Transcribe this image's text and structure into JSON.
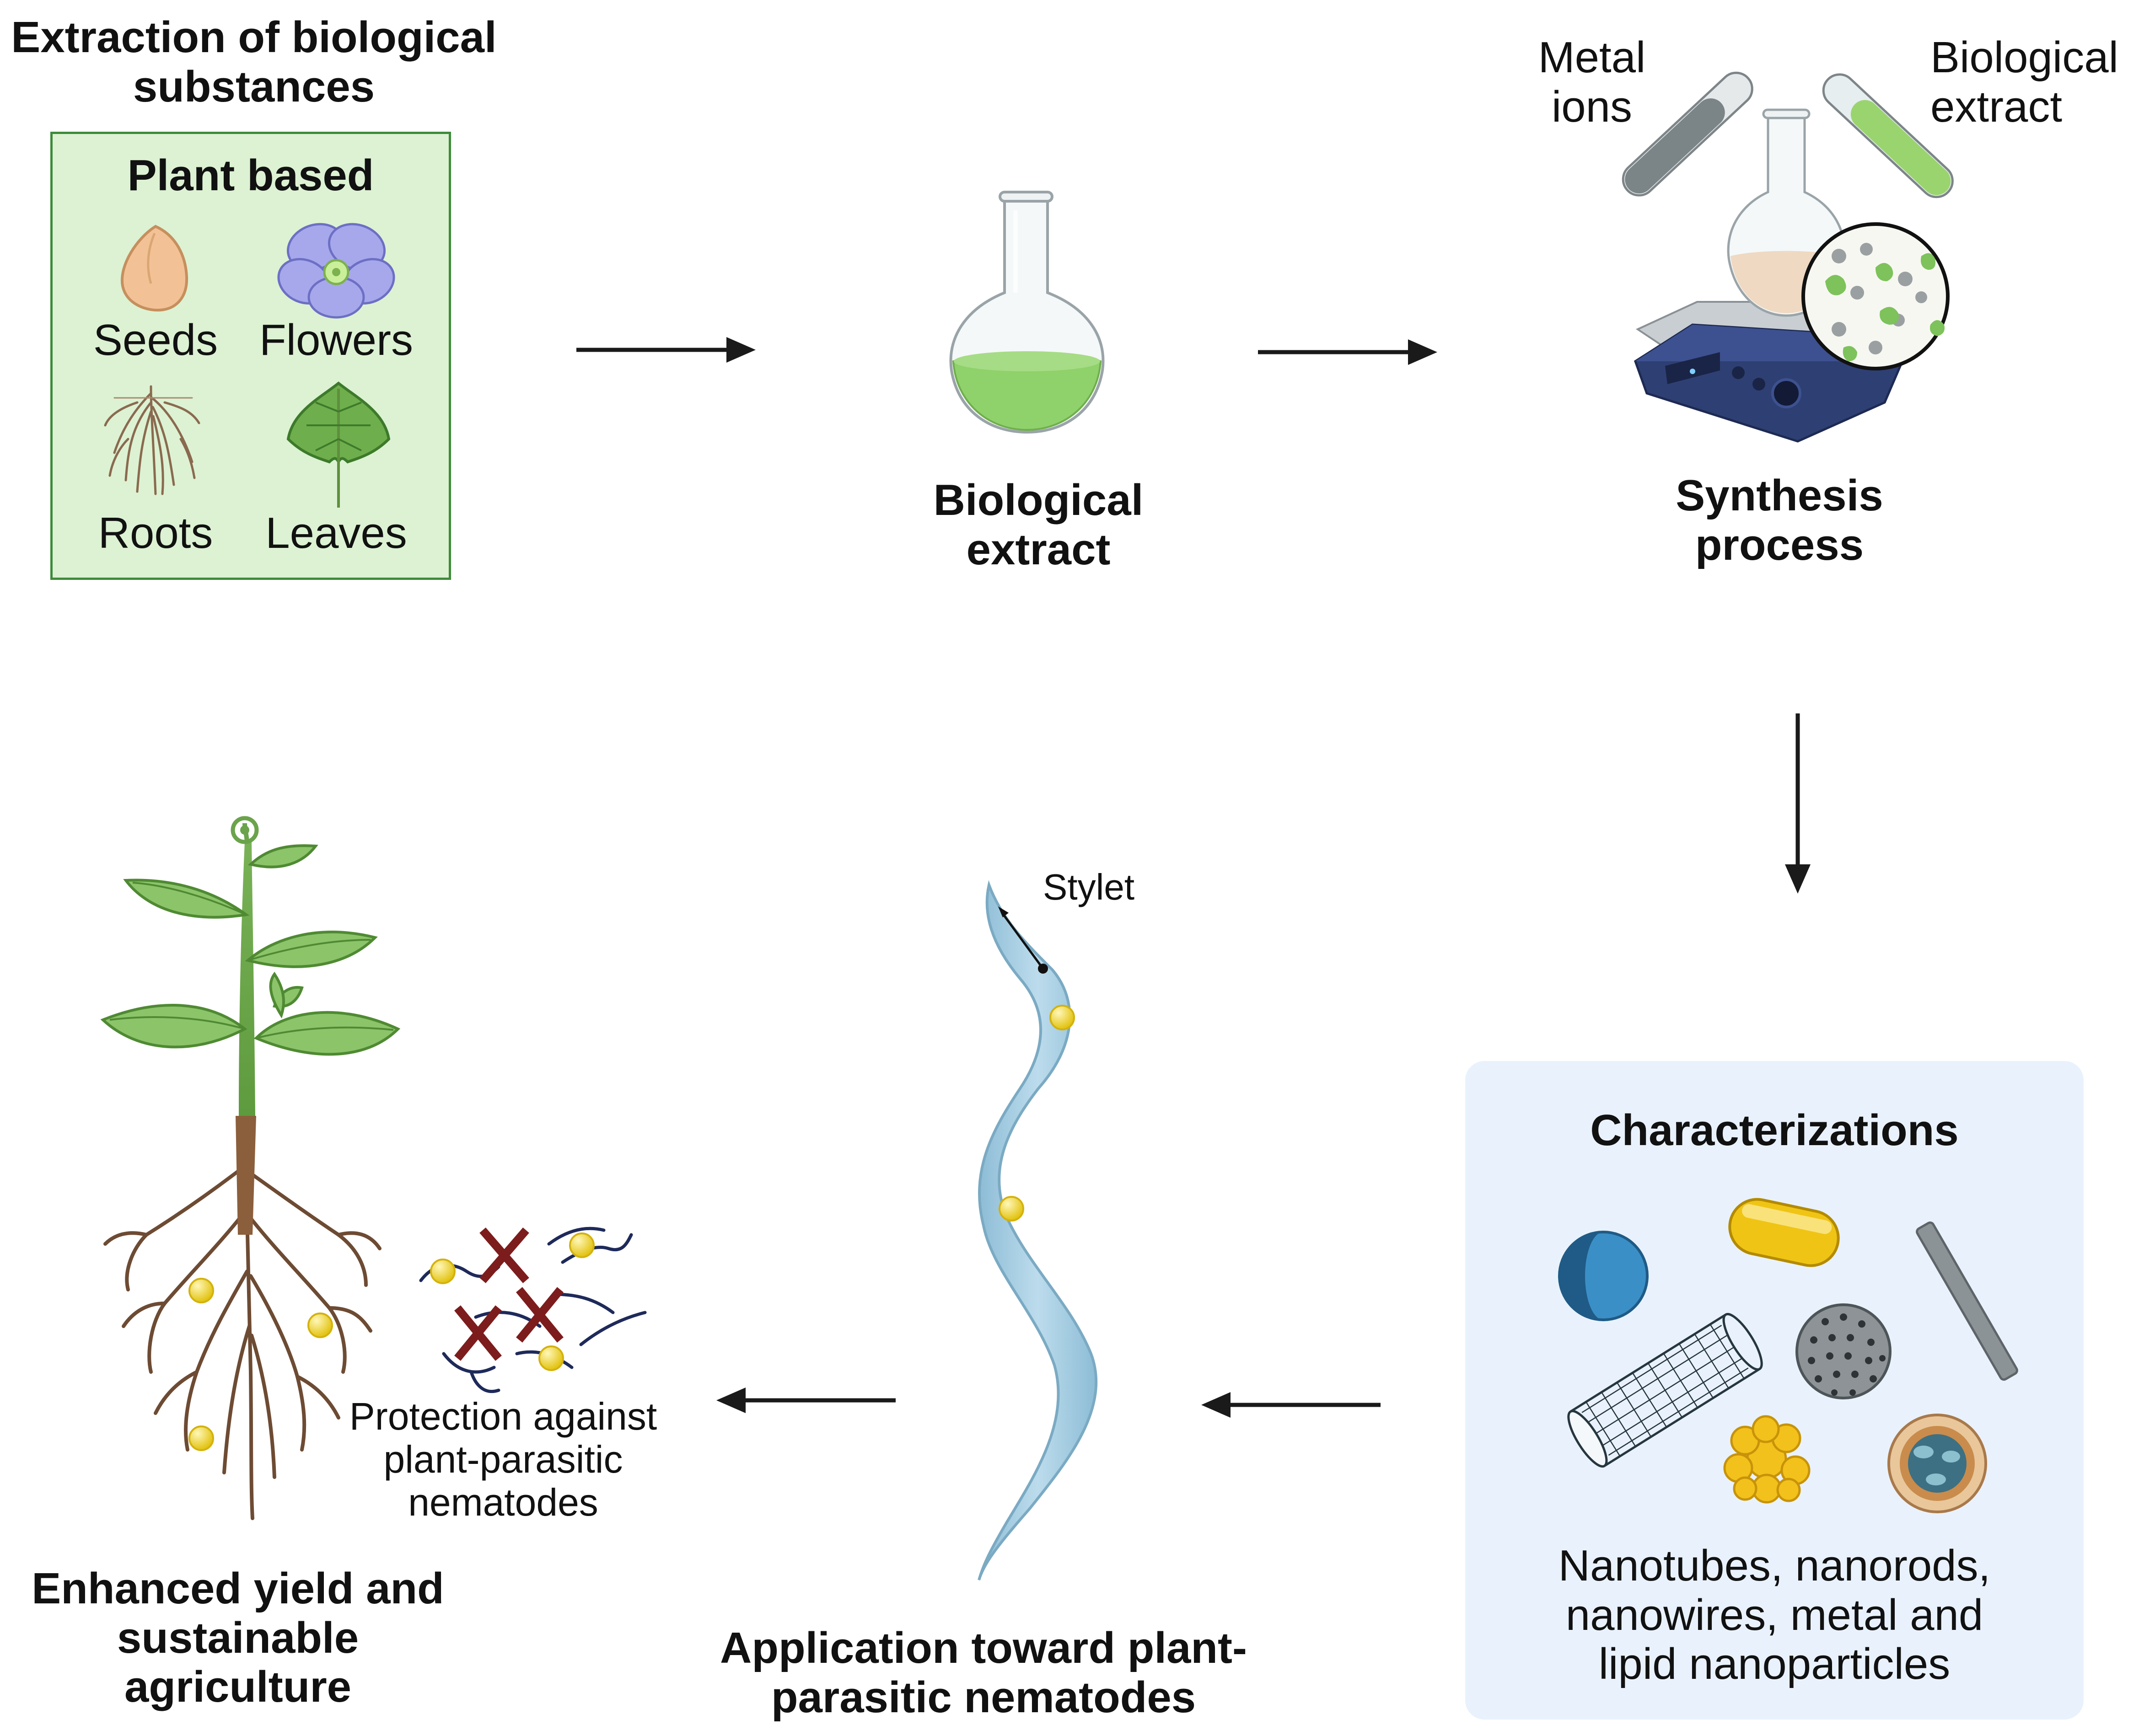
{
  "extraction": {
    "title": "Extraction of biological\nsubstances",
    "box_title": "Plant based",
    "items": [
      {
        "label": "Seeds",
        "icon": "seed-icon"
      },
      {
        "label": "Flowers",
        "icon": "flower-icon"
      },
      {
        "label": "Roots",
        "icon": "roots-icon"
      },
      {
        "label": "Leaves",
        "icon": "leaf-icon"
      }
    ]
  },
  "extract": {
    "label": "Biological\nextract",
    "icon": "flask-icon"
  },
  "synthesis": {
    "label": "Synthesis\nprocess",
    "metal_label": "Metal\nions",
    "bio_label": "Biological\nextract",
    "icon": "hotplate-stirrer-icon"
  },
  "characterization": {
    "title": "Characterizations",
    "description": "Nanotubes, nanorods,\nnanowires, metal and\nlipid nanoparticles"
  },
  "application": {
    "label": "Application toward plant-\nparasitic nematodes",
    "stylet_label": "Stylet",
    "icon": "nematode-icon"
  },
  "outcome": {
    "label": "Enhanced yield and\nsustainable\nagriculture",
    "protection_label": "Protection against\nplant-parasitic\nnematodes",
    "icon": "plant-icon"
  },
  "colors": {
    "plant_box_fill": "#dcf2d3",
    "plant_box_border": "#3f8a3a",
    "char_box_fill": "#e9f2fc",
    "arrow": "#1a1a1a",
    "extract_green": "#8fd16a",
    "nematode_blue": "#a9d0e4",
    "nanoparticle_yellow": "#f2d23a",
    "cross_red": "#7d1c1c"
  }
}
